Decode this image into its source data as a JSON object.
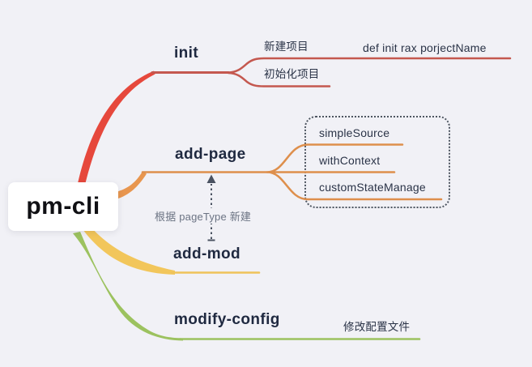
{
  "canvas": {
    "background": "#f1f1f6"
  },
  "root": {
    "label": "pm-cli",
    "text_color": "#101014",
    "bg_color": "#ffffff"
  },
  "branches": [
    {
      "label": "init",
      "branch_color": "#e6483c",
      "line_color": "#c4584f",
      "children": [
        {
          "label": "新建项目",
          "children": [
            {
              "label": "def init rax porjectName"
            }
          ]
        },
        {
          "label": "初始化项目"
        }
      ]
    },
    {
      "label": "add-page",
      "branch_color": "#e8964f",
      "line_color": "#de8f4c",
      "children_container": "dotted-box",
      "children": [
        {
          "label": "simpleSource"
        },
        {
          "label": "withContext"
        },
        {
          "label": "customStateManage"
        }
      ]
    },
    {
      "label": "add-mod",
      "branch_color": "#f2c65b",
      "line_color": "#efc35a"
    },
    {
      "label": "modify-config",
      "branch_color": "#9cc25f",
      "line_color": "#9cc25f",
      "children": [
        {
          "label": "修改配置文件"
        }
      ]
    }
  ],
  "annotation": {
    "label": "根据 pageType 新建",
    "arrow_color": "#4a5261",
    "text_color": "#6b7383",
    "from": "add-mod",
    "to": "add-page"
  },
  "styles": {
    "node_label_color": "#1f2940",
    "child_label_color": "#2a3347",
    "dotted_box_border": "#4d5560"
  }
}
